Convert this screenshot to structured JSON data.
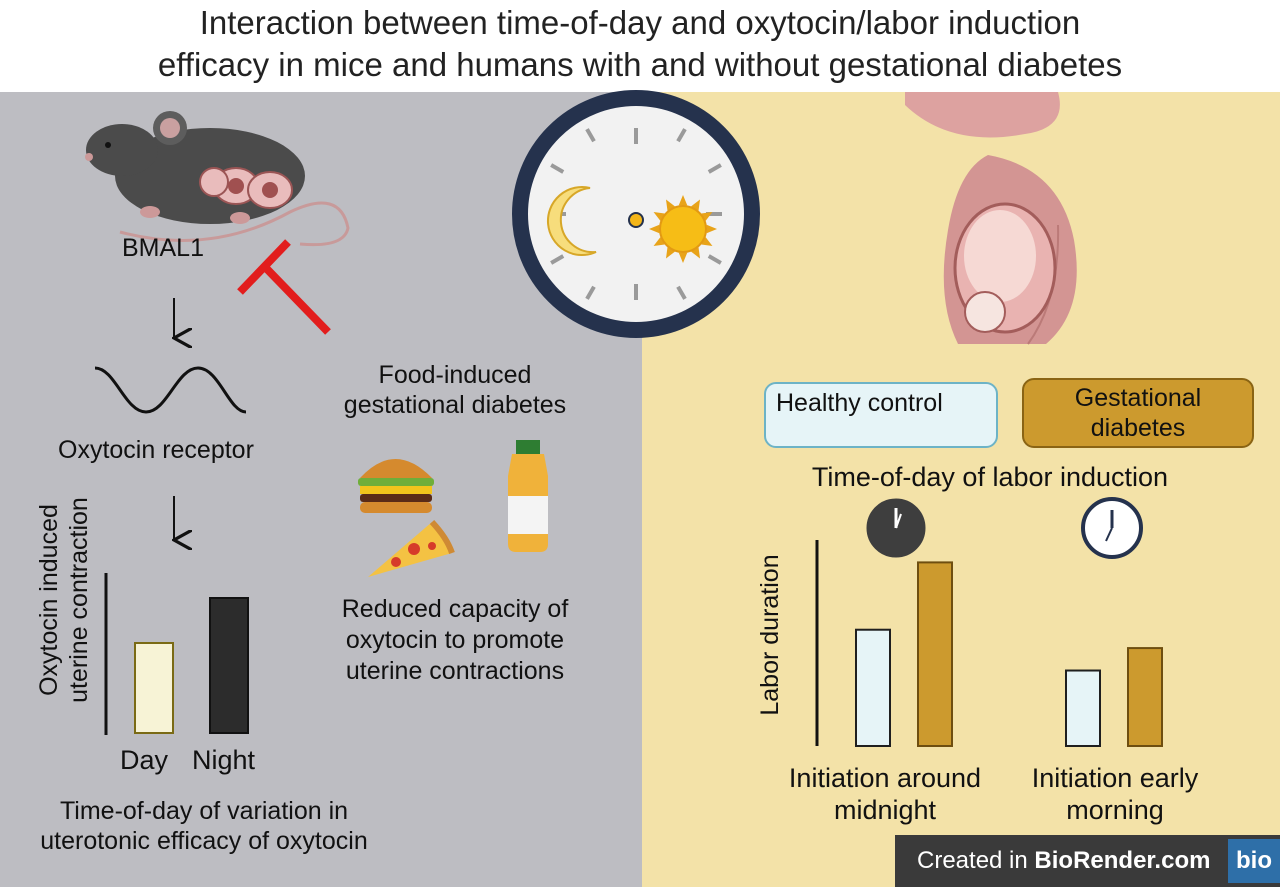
{
  "title": {
    "line1": "Interaction between time-of-day and oxytocin/labor induction",
    "line2": "efficacy in mice and humans with and without gestational diabetes"
  },
  "left_panel": {
    "gene_label": "BMAL1",
    "receptor_label": "Oxytocin receptor",
    "y_axis_line1": "Oxytocin induced",
    "y_axis_line2": "uterine contraction",
    "bar_day_label": "Day",
    "bar_night_label": "Night",
    "caption_line1": "Time-of-day of variation in",
    "caption_line2": "uterotonic efficacy of oxytocin",
    "diet_title_line1": "Food-induced",
    "diet_title_line2": "gestational diabetes",
    "effect_line1": "Reduced capacity of",
    "effect_line2": "oxytocin to promote",
    "effect_line3": "uterine contractions"
  },
  "right_panel": {
    "legend_healthy": "Healthy control",
    "legend_gdm_line1": "Gestational",
    "legend_gdm_line2": "diabetes",
    "chart_title": "Time-of-day of labor induction",
    "y_axis_label": "Labor duration",
    "group1_line1": "Initiation around",
    "group1_line2": "midnight",
    "group2_line1": "Initiation early",
    "group2_line2": "morning"
  },
  "credit": {
    "prefix": "Created in ",
    "brand": "BioRender.com",
    "logo": "bio"
  },
  "colors": {
    "left_bg": "#bdbdc2",
    "right_bg": "#f3e2a8",
    "healthy_bar": "#e6f4f7",
    "diabetes_bar": "#cc9a2e",
    "day_bar": "#f7f3d6",
    "night_bar": "#2c2c2c",
    "inhibit": "#e21d1d",
    "clock_ring": "#25324d"
  },
  "icons": [
    "mouse-icon",
    "wave-icon",
    "inhibit-icon",
    "clock-icon",
    "moon-icon",
    "sun-icon",
    "pregnant-icon",
    "burger-icon",
    "pizza-icon",
    "bottle-icon",
    "night-clock-icon",
    "morning-clock-icon"
  ],
  "chart_data": [
    {
      "type": "bar",
      "categories": [
        "Day",
        "Night"
      ],
      "values": [
        0.6,
        0.9
      ],
      "ylabel": "Oxytocin induced uterine contraction",
      "ylim": [
        0,
        1
      ],
      "grid": false
    },
    {
      "type": "bar",
      "title": "Time-of-day of labor induction",
      "categories": [
        "Initiation around midnight",
        "Initiation early morning"
      ],
      "series": [
        {
          "name": "Healthy control",
          "values": [
            0.57,
            0.37
          ]
        },
        {
          "name": "Gestational diabetes",
          "values": [
            0.9,
            0.48
          ]
        }
      ],
      "ylabel": "Labor duration",
      "ylim": [
        0,
        1
      ],
      "grid": false,
      "legend": "top"
    }
  ]
}
